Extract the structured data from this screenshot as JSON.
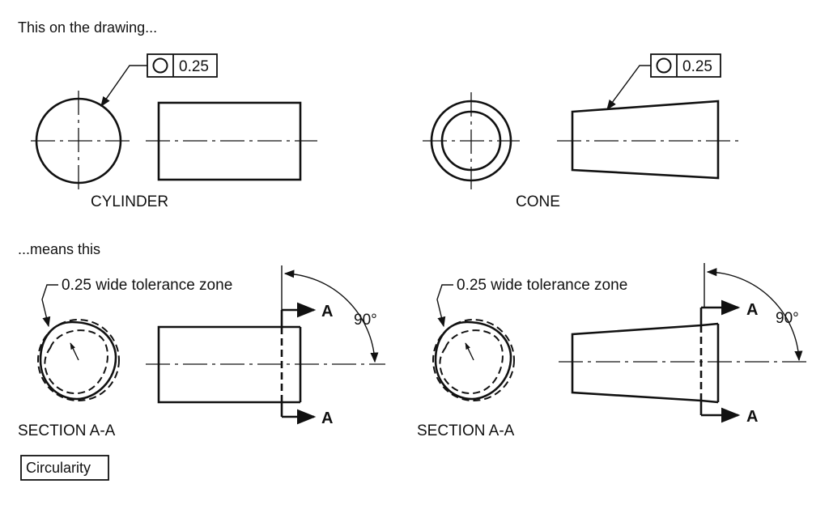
{
  "captions": {
    "top": "This on the drawing...",
    "bottom": "...means this"
  },
  "labels": {
    "cylinder": "CYLINDER",
    "cone": "CONE",
    "section_left": "SECTION A-A",
    "section_right": "SECTION A-A"
  },
  "feature_control_frames": {
    "cylinder": {
      "symbol": "circularity-icon",
      "tolerance": "0.25"
    },
    "cone": {
      "symbol": "circularity-icon",
      "tolerance": "0.25"
    }
  },
  "tolerance_zone": {
    "left": "0.25 wide tolerance zone",
    "right": "0.25 wide tolerance zone"
  },
  "section_markers": {
    "cyl_top": "A",
    "cyl_bottom": "A",
    "cone_top": "A",
    "cone_bottom": "A"
  },
  "angles": {
    "left": "90°",
    "right": "90°"
  },
  "legend_box": "Circularity"
}
